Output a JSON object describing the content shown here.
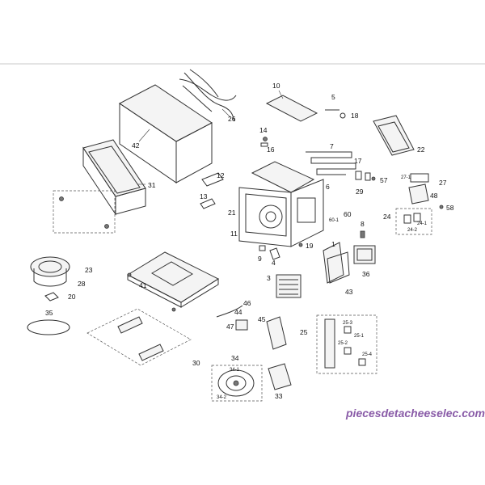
{
  "callouts": {
    "c1": "1",
    "c3": "3",
    "c4": "4",
    "c5": "5",
    "c6": "6",
    "c7": "7",
    "c8": "8",
    "c9": "9",
    "c10": "10",
    "c11": "11",
    "c12": "12",
    "c13": "13",
    "c14": "14",
    "c16": "16",
    "c17": "17",
    "c18": "18",
    "c19": "19",
    "c20": "20",
    "c21": "21",
    "c22": "22",
    "c23": "23",
    "c24": "24",
    "c24_1": "24-1",
    "c24_2": "24-2",
    "c25": "25",
    "c25_1": "25-1",
    "c25_2": "25-2",
    "c25_3": "25-3",
    "c25_4": "25-4",
    "c26": "26",
    "c27": "27",
    "c27_1": "27-1",
    "c28": "28",
    "c29": "29",
    "c30": "30",
    "c31": "31",
    "c33": "33",
    "c34": "34",
    "c34_1": "34-1",
    "c34_2": "34-2",
    "c35": "35",
    "c36": "36",
    "c41": "41",
    "c42": "42",
    "c43": "43",
    "c44": "44",
    "c45": "45",
    "c46": "46",
    "c47": "47",
    "c48": "48",
    "c57": "57",
    "c58": "58",
    "c60": "60",
    "c60_1": "60-1"
  },
  "watermark": "piecesdetacheeselec.com"
}
